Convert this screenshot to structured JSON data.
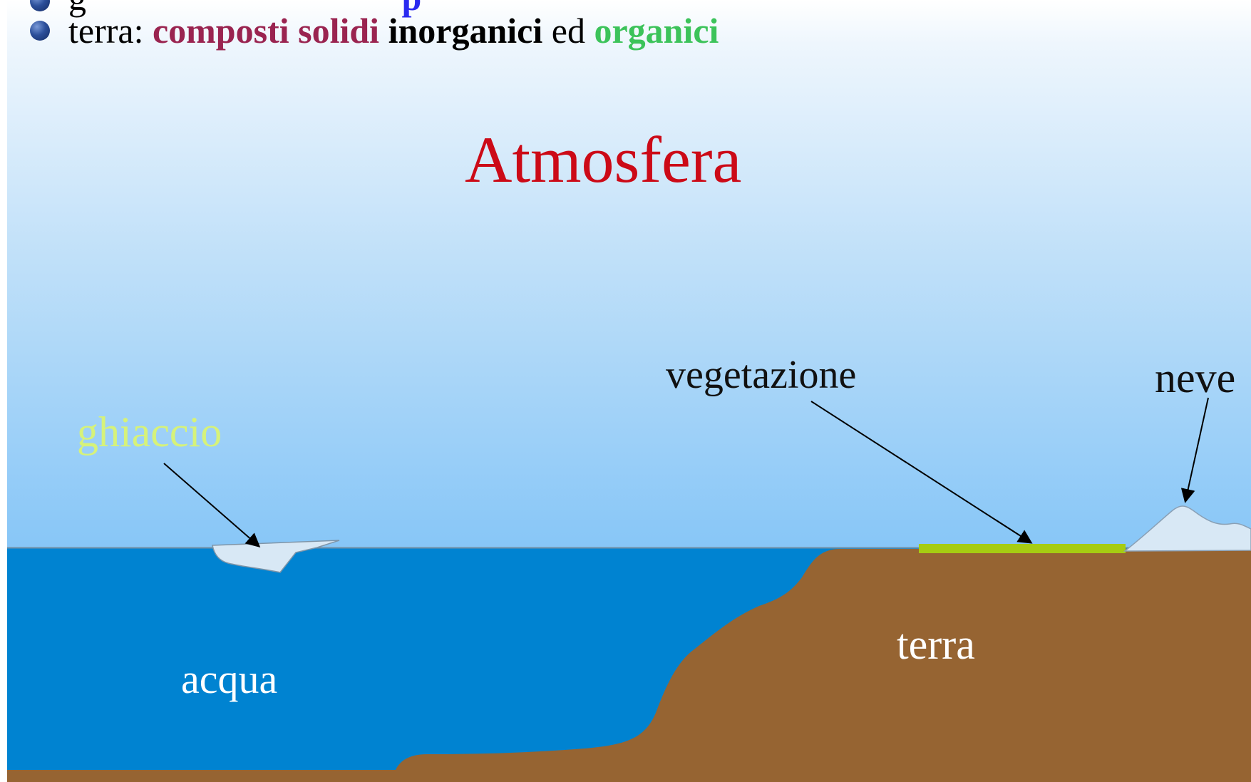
{
  "bullets": {
    "top_partial": {
      "prefix": "g",
      "partial_word": "p"
    },
    "terra_line": {
      "prefix": "terra:",
      "word_solidi": "composti solidi",
      "word_inorganici": "inorganici",
      "connector": "ed",
      "word_organici": "organici"
    }
  },
  "diagram": {
    "title": "Atmosfera",
    "labels": {
      "ghiaccio": "ghiaccio",
      "vegetazione": "vegetazione",
      "neve": "neve",
      "acqua": "acqua",
      "terra": "terra"
    }
  },
  "colors": {
    "sky_top": "#ffffff",
    "sky_bottom": "#87c6f7",
    "water": "#0083d1",
    "land": "#966432",
    "vegetation": "#a6cc12",
    "ice": "#d8e8f5",
    "snow": "#d8e8f5",
    "title": "#cc0a17",
    "ghiaccio_label": "#d6f27a",
    "solidi": "#9a2450",
    "organici": "#3cc35a"
  },
  "icons": {
    "bullet": "blue-sphere-bullet-icon",
    "arrow": "black-arrowhead-icon"
  }
}
